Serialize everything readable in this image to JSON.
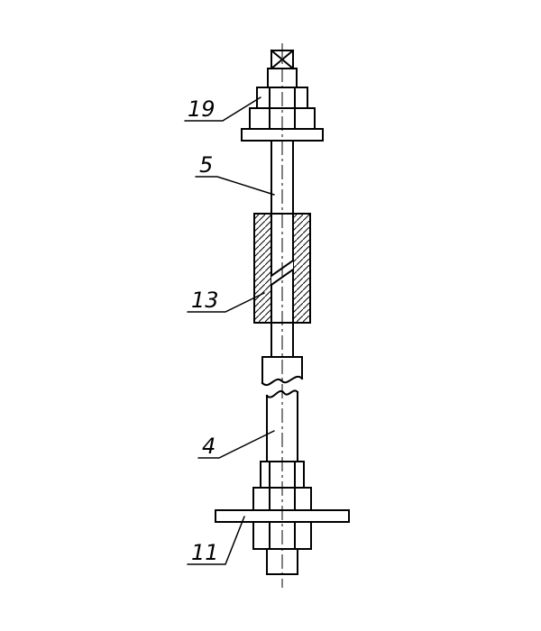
{
  "drawing": {
    "background": "#ffffff",
    "line_color": "#000000",
    "labels": [
      {
        "id": "part-19",
        "text": "19"
      },
      {
        "id": "part-5",
        "text": "5"
      },
      {
        "id": "part-13",
        "text": "13"
      },
      {
        "id": "part-4",
        "text": "4"
      },
      {
        "id": "part-11",
        "text": "11"
      }
    ]
  }
}
